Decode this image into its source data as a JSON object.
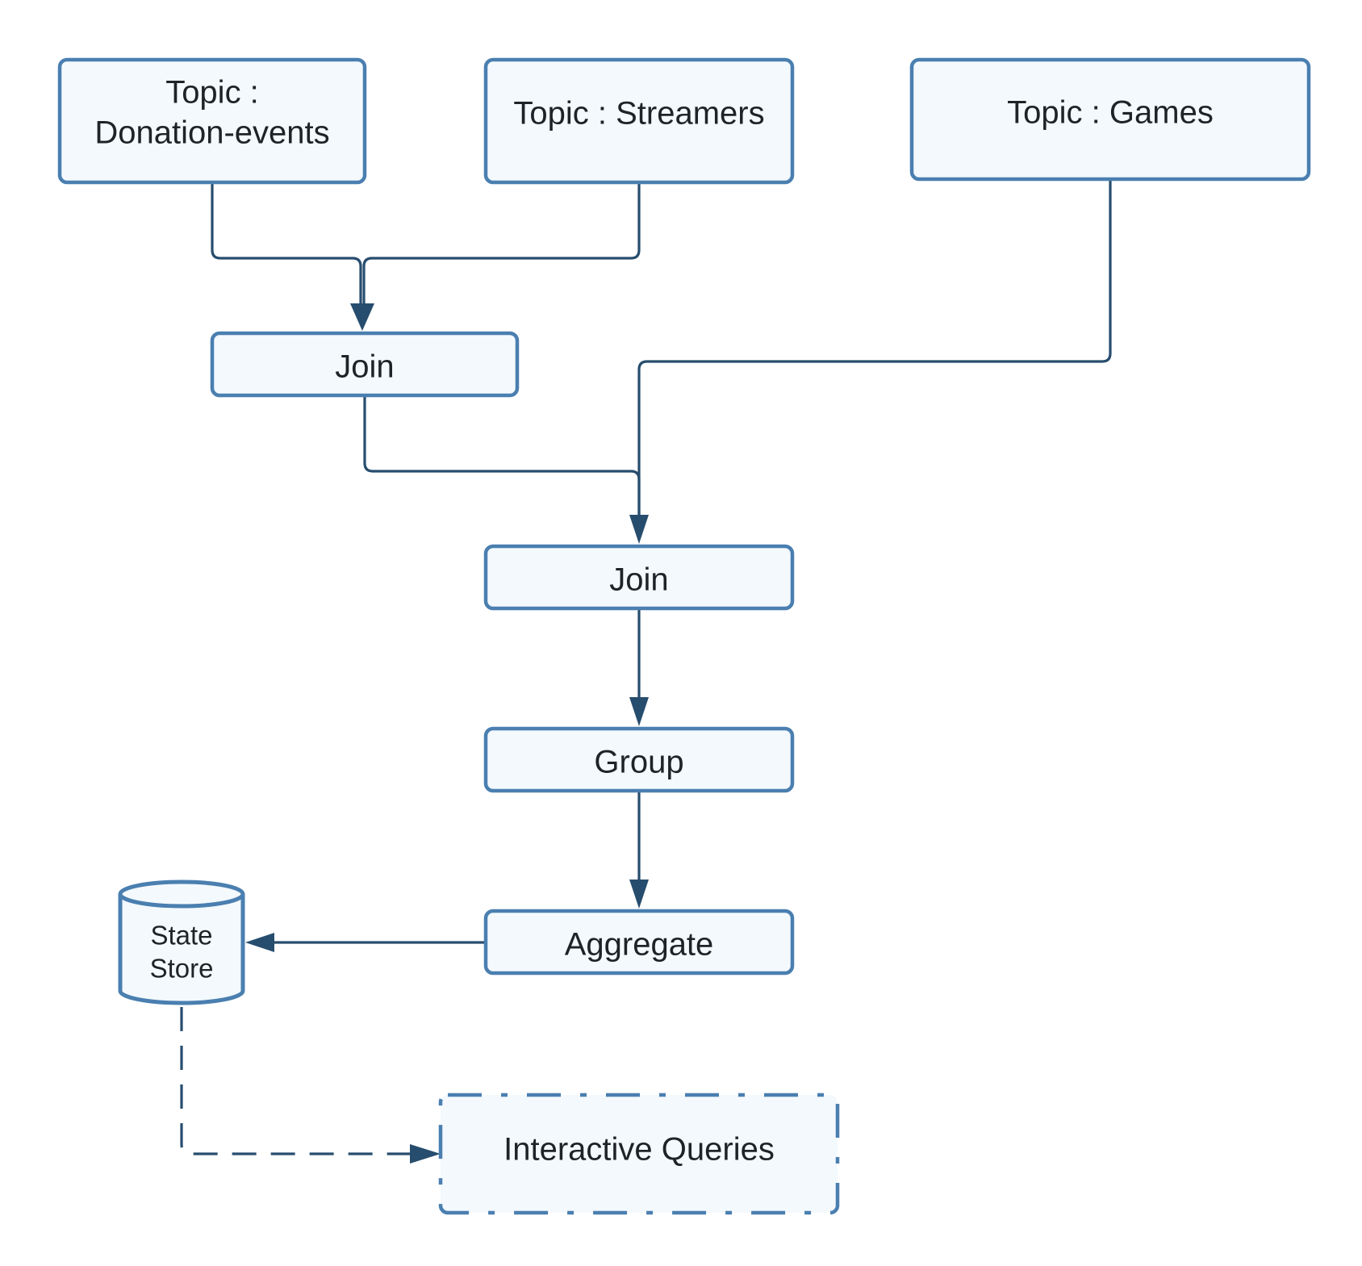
{
  "nodes": {
    "donation_events": {
      "line1": "Topic :",
      "line2": "Donation-events"
    },
    "streamers": {
      "label": "Topic : Streamers"
    },
    "games": {
      "label": "Topic : Games"
    },
    "join_1": {
      "label": "Join"
    },
    "join_2": {
      "label": "Join"
    },
    "group": {
      "label": "Group"
    },
    "aggregate": {
      "label": "Aggregate"
    },
    "state_store": {
      "line1": "State",
      "line2": "Store"
    },
    "interactive_queries": {
      "label": "Interactive Queries"
    }
  },
  "edges": [
    {
      "from": "donation_events",
      "to": "join_1",
      "style": "solid"
    },
    {
      "from": "streamers",
      "to": "join_1",
      "style": "solid"
    },
    {
      "from": "join_1",
      "to": "join_2",
      "style": "solid"
    },
    {
      "from": "games",
      "to": "join_2",
      "style": "solid"
    },
    {
      "from": "join_2",
      "to": "group",
      "style": "solid"
    },
    {
      "from": "group",
      "to": "aggregate",
      "style": "solid"
    },
    {
      "from": "aggregate",
      "to": "state_store",
      "style": "solid"
    },
    {
      "from": "state_store",
      "to": "interactive_queries",
      "style": "dashed"
    }
  ],
  "colors": {
    "node_fill": "#f3f9fd",
    "node_border": "#4a7fb0",
    "edge": "#274d6e",
    "text": "#1f2328"
  }
}
